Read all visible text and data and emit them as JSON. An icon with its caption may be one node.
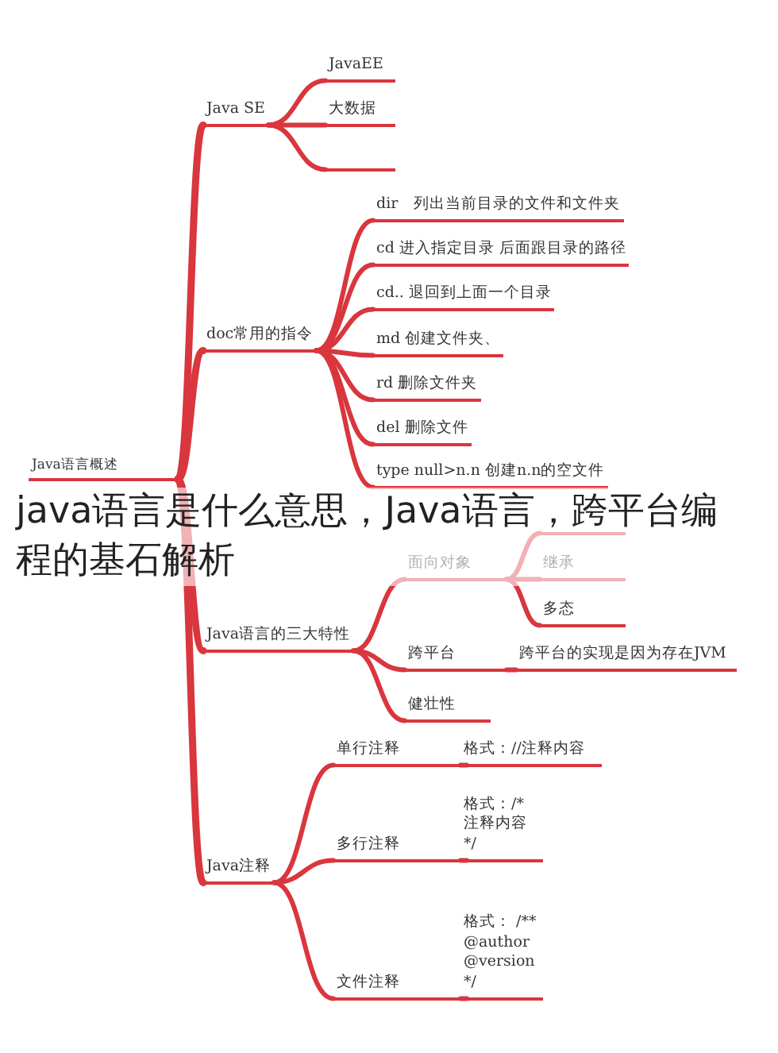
{
  "diagram": {
    "title": "java语言是什么意思，Java语言，跨平台编程的基石解析",
    "nodes": [
      {
        "text": [
          "Java语言概述"
        ]
      },
      {
        "text": [
          "Java SE"
        ]
      },
      {
        "text": [
          "JavaEE"
        ]
      },
      {
        "text": [
          "大数据"
        ]
      },
      {
        "text": [],
        "shape": "bar"
      },
      {
        "text": [
          "doc常用的指令"
        ]
      },
      {
        "text": [
          "dir　列出当前目录的文件和文件夹"
        ]
      },
      {
        "text": [
          "cd 进入指定目录 后面跟目录的路径"
        ]
      },
      {
        "text": [
          "cd.. 退回到上面一个目录"
        ]
      },
      {
        "text": [
          "md 创建文件夹、"
        ]
      },
      {
        "text": [
          "rd 删除文件夹"
        ]
      },
      {
        "text": [
          "del 删除文件"
        ]
      },
      {
        "text": [
          "type null>n.n 创建n.n的空文件"
        ]
      },
      {
        "text": [
          "Java语言的三大特性"
        ]
      },
      {
        "text": [
          "面向对象"
        ]
      },
      {
        "text": [],
        "shape": "bar"
      },
      {
        "text": [
          "继承"
        ]
      },
      {
        "text": [
          "多态"
        ]
      },
      {
        "text": [
          "跨平台"
        ]
      },
      {
        "text": [
          "跨平台的实现是因为存在JVM"
        ]
      },
      {
        "text": [
          "健壮性"
        ]
      },
      {
        "text": [
          "Java注释"
        ]
      },
      {
        "text": [
          "单行注释"
        ]
      },
      {
        "text": [
          "格式：//注释内容"
        ]
      },
      {
        "text": [
          "多行注释"
        ]
      },
      {
        "text": [
          "格式：/* 注释内容 */"
        ]
      },
      {
        "text": [
          "文件注释"
        ]
      },
      {
        "text": [
          "格式： /** @author @version */"
        ]
      }
    ],
    "edges": [
      {
        "from": 0,
        "to": 1,
        "arrow": "none"
      },
      {
        "from": 1,
        "to": 2,
        "arrow": "none"
      },
      {
        "from": 1,
        "to": 3,
        "arrow": "none"
      },
      {
        "from": 1,
        "to": 4,
        "arrow": "none"
      },
      {
        "from": 0,
        "to": 5,
        "arrow": "none"
      },
      {
        "from": 5,
        "to": 6,
        "arrow": "none"
      },
      {
        "from": 5,
        "to": 7,
        "arrow": "none"
      },
      {
        "from": 5,
        "to": 8,
        "arrow": "none"
      },
      {
        "from": 5,
        "to": 9,
        "arrow": "none"
      },
      {
        "from": 5,
        "to": 10,
        "arrow": "none"
      },
      {
        "from": 5,
        "to": 11,
        "arrow": "none"
      },
      {
        "from": 5,
        "to": 12,
        "arrow": "none"
      },
      {
        "from": 0,
        "to": 13,
        "arrow": "none"
      },
      {
        "from": 13,
        "to": 14,
        "arrow": "none"
      },
      {
        "from": 14,
        "to": 15,
        "arrow": "none"
      },
      {
        "from": 14,
        "to": 16,
        "arrow": "none"
      },
      {
        "from": 14,
        "to": 17,
        "arrow": "none"
      },
      {
        "from": 13,
        "to": 18,
        "arrow": "none"
      },
      {
        "from": 18,
        "to": 19,
        "arrow": "none"
      },
      {
        "from": 13,
        "to": 20,
        "arrow": "none"
      },
      {
        "from": 0,
        "to": 21,
        "arrow": "none"
      },
      {
        "from": 21,
        "to": 22,
        "arrow": "none"
      },
      {
        "from": 22,
        "to": 23,
        "arrow": "none"
      },
      {
        "from": 21,
        "to": 24,
        "arrow": "none"
      },
      {
        "from": 24,
        "to": 25,
        "arrow": "none"
      },
      {
        "from": 21,
        "to": 26,
        "arrow": "none"
      },
      {
        "from": 26,
        "to": 27,
        "arrow": "none"
      }
    ]
  }
}
